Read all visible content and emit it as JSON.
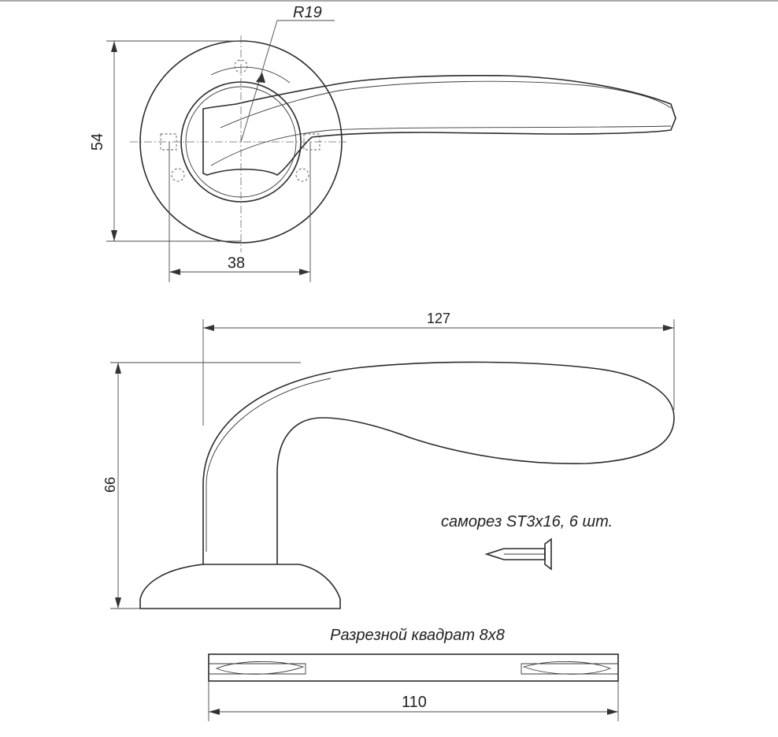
{
  "drawing": {
    "dimensions": {
      "radius": "R19",
      "rosette_height": "54",
      "screw_spacing": "38",
      "handle_length": "127",
      "handle_height": "66",
      "spindle_length": "110"
    },
    "notes": {
      "screws": "саморез ST3x16, 6 шт.",
      "spindle": "Разрезной квадрат 8x8"
    }
  }
}
